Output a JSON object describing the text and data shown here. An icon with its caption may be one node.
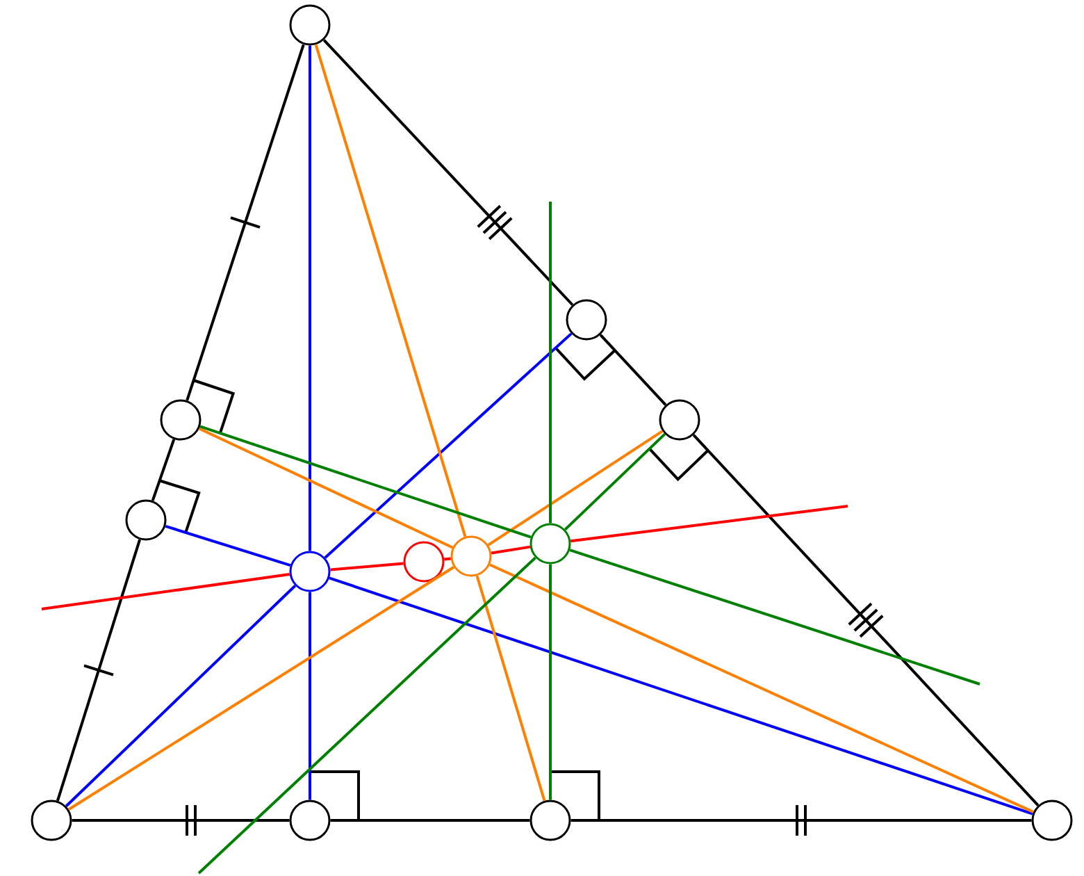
{
  "diagram": {
    "nodes": [
      {
        "text": [],
        "shape": "circle"
      },
      {
        "text": [],
        "shape": "circle"
      },
      {
        "text": [],
        "shape": "circle"
      },
      {
        "text": [],
        "shape": "circle"
      },
      {
        "text": [],
        "shape": "circle"
      },
      {
        "text": [],
        "shape": "circle"
      },
      {
        "text": [],
        "shape": "circle"
      },
      {
        "text": [],
        "shape": "circle"
      },
      {
        "text": [],
        "shape": "circle"
      },
      {
        "text": [],
        "shape": "circle"
      },
      {
        "text": [],
        "shape": "circle"
      },
      {
        "text": [],
        "shape": "circle"
      },
      {
        "text": [],
        "shape": "circle"
      }
    ],
    "edges": [
      {
        "from": 0,
        "to": 2,
        "arrow": "none"
      },
      {
        "from": 2,
        "to": 4,
        "arrow": "none"
      },
      {
        "from": 4,
        "to": 9,
        "arrow": "none"
      },
      {
        "from": 9,
        "to": 10,
        "arrow": "none"
      },
      {
        "from": 10,
        "to": 11,
        "arrow": "none"
      },
      {
        "from": 11,
        "to": 12,
        "arrow": "none"
      },
      {
        "from": 12,
        "to": 3,
        "arrow": "none"
      },
      {
        "from": 3,
        "to": 1,
        "arrow": "none"
      },
      {
        "from": 1,
        "to": 0,
        "arrow": "none"
      },
      {
        "from": 0,
        "to": 8,
        "arrow": "none",
        "color": "#0000ff"
      },
      {
        "from": 8,
        "to": 10,
        "arrow": "none",
        "color": "#0000ff"
      },
      {
        "from": 9,
        "to": 8,
        "arrow": "none",
        "color": "#0000ff"
      },
      {
        "from": 8,
        "to": 1,
        "arrow": "none",
        "color": "#0000ff"
      },
      {
        "from": 12,
        "to": 8,
        "arrow": "none",
        "color": "#0000ff"
      },
      {
        "from": 8,
        "to": 4,
        "arrow": "none",
        "color": "#0000ff"
      },
      {
        "from": 0,
        "to": 6,
        "arrow": "none",
        "color": "#ff8000"
      },
      {
        "from": 6,
        "to": 11,
        "arrow": "none",
        "color": "#ff8000"
      },
      {
        "from": 9,
        "to": 6,
        "arrow": "none",
        "color": "#ff8000"
      },
      {
        "from": 6,
        "to": 3,
        "arrow": "none",
        "color": "#ff8000"
      },
      {
        "from": 12,
        "to": 6,
        "arrow": "none",
        "color": "#ff8000"
      },
      {
        "from": 6,
        "to": 2,
        "arrow": "none",
        "color": "#ff8000"
      },
      {
        "from": null,
        "to": 5,
        "arrow": "none",
        "color": "#008000"
      },
      {
        "from": 5,
        "to": 11,
        "arrow": "none",
        "color": "#008000"
      },
      {
        "from": 2,
        "to": 5,
        "arrow": "none",
        "color": "#008000"
      },
      {
        "from": 5,
        "to": null,
        "arrow": "none",
        "color": "#008000"
      },
      {
        "from": 3,
        "to": 5,
        "arrow": "none",
        "color": "#008000"
      },
      {
        "from": 5,
        "to": null,
        "arrow": "none",
        "color": "#008000"
      },
      {
        "from": null,
        "to": 8,
        "arrow": "none",
        "color": "#ff0000"
      },
      {
        "from": 8,
        "to": 7,
        "arrow": "none",
        "color": "#ff0000"
      },
      {
        "from": 7,
        "to": 6,
        "arrow": "none",
        "color": "#ff0000"
      },
      {
        "from": 6,
        "to": 5,
        "arrow": "none",
        "color": "#ff0000"
      },
      {
        "from": 5,
        "to": null,
        "arrow": "none",
        "color": "#ff0000"
      }
    ]
  }
}
